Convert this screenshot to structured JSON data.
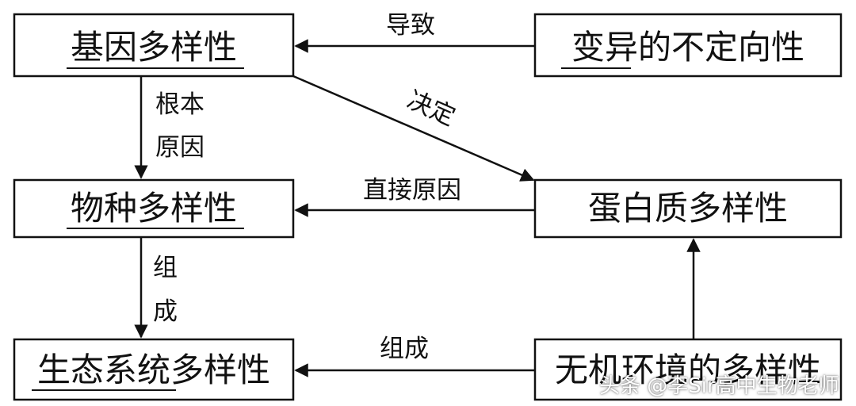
{
  "nodes": {
    "gene_diversity": "基因多样性",
    "variation_nondirectional": "变异的不定向性",
    "species_diversity": "物种多样性",
    "protein_diversity": "蛋白质多样性",
    "ecosystem_diversity": "生态系统多样性",
    "abiotic_diversity": "无机环境的多样性"
  },
  "edges": {
    "leads_to": "导致",
    "determines": "决定",
    "root_cause_1": "根本",
    "root_cause_2": "原因",
    "direct_cause": "直接原因",
    "compose_v1": "组",
    "compose_v2": "成",
    "compose_h": "组成"
  },
  "watermark": "头条 @李Sir高中生物老师"
}
